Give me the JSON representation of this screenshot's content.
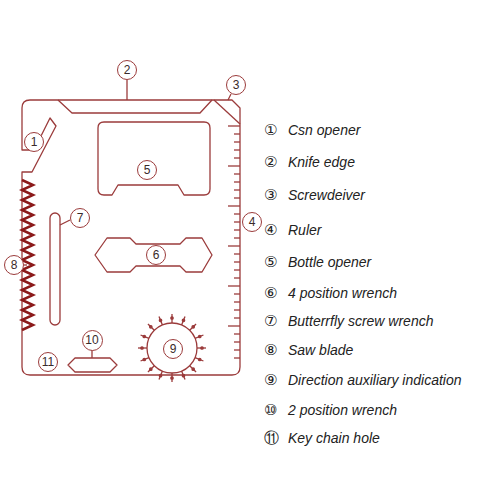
{
  "diagram": {
    "nodes": [
      {
        "text": [
          "2"
        ]
      },
      {
        "text": [
          "3"
        ]
      },
      {
        "text": [
          "1"
        ]
      },
      {
        "text": [
          "5"
        ]
      },
      {
        "text": [
          "4"
        ]
      },
      {
        "text": [
          "7"
        ]
      },
      {
        "text": [
          "6"
        ]
      },
      {
        "text": [
          "8"
        ]
      },
      {
        "text": [
          "10"
        ]
      },
      {
        "text": [
          "9"
        ]
      },
      {
        "text": [
          "11"
        ]
      }
    ],
    "labels": [
      "①",
      "Csn opener",
      "②",
      "Knife edge",
      "③",
      "Screwdeiver",
      "④",
      "Ruler",
      "⑤",
      "Bottle opener",
      "⑥",
      "4 position wrench",
      "⑦",
      "Butterrfly screw wrench",
      "⑧",
      "Saw blade",
      "⑨",
      "Direction auxiliary indication",
      "⑩",
      "2 position wrench",
      "⑪",
      "Key chain hole"
    ]
  }
}
